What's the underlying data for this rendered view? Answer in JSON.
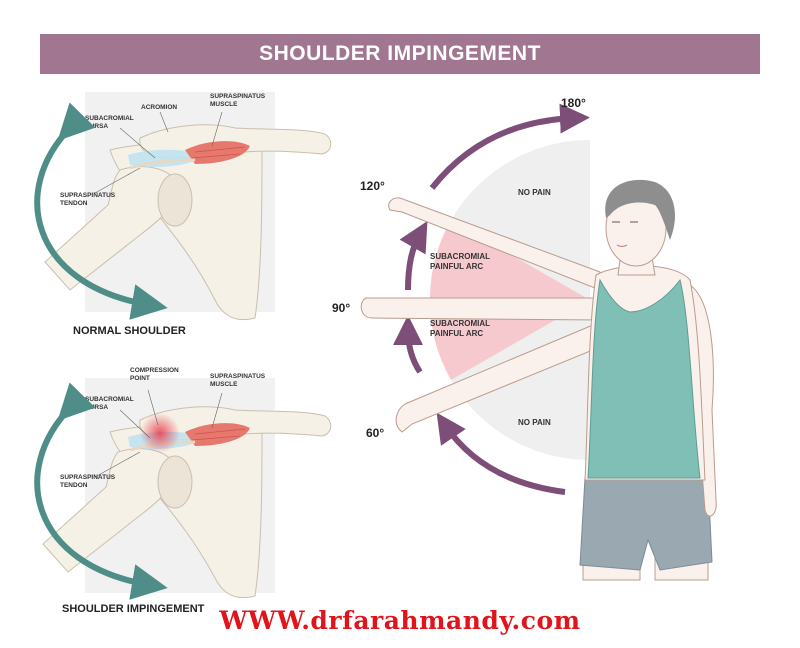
{
  "title": "SHOULDER IMPINGEMENT",
  "normal_panel": {
    "caption": "NORMAL SHOULDER",
    "labels": {
      "bursa_1": "SUBACROMIAL",
      "bursa_2": "BURSA",
      "acromion": "ACROMION",
      "muscle_1": "SUPRASPINATUS",
      "muscle_2": "MUSCLE",
      "tendon_1": "SUPRASPINATUS",
      "tendon_2": "TENDON"
    }
  },
  "impingement_panel": {
    "caption": "SHOULDER IMPINGEMENT",
    "labels": {
      "compression_1": "COMPRESSION",
      "compression_2": "POINT",
      "bursa_1": "SUBACROMIAL",
      "bursa_2": "BURSA",
      "muscle_1": "SUPRASPINATUS",
      "muscle_2": "MUSCLE",
      "tendon_1": "SUPRASPINATUS",
      "tendon_2": "TENDON"
    }
  },
  "arc": {
    "deg_180": "180°",
    "deg_120": "120°",
    "deg_90": "90°",
    "deg_60": "60°",
    "zone_top": "NO PAIN",
    "zone_bottom": "NO PAIN",
    "painful_upper_1": "SUBACROMIAL",
    "painful_upper_2": "PAINFUL ARC",
    "painful_lower_1": "SUBACROMIAL",
    "painful_lower_2": "PAINFUL ARC"
  },
  "watermark": "WWW.drfarahmandy.com",
  "colors": {
    "title_bar": "#a17691",
    "arc_arrow": "#7d4e78",
    "painful_zone": "#f6c9cf",
    "bone": "#f6f1e6",
    "teal_arrow": "#4f8e88",
    "tank_top": "#7fbfb5",
    "shorts": "#9aa8b2",
    "watermark": "#e0141b"
  }
}
